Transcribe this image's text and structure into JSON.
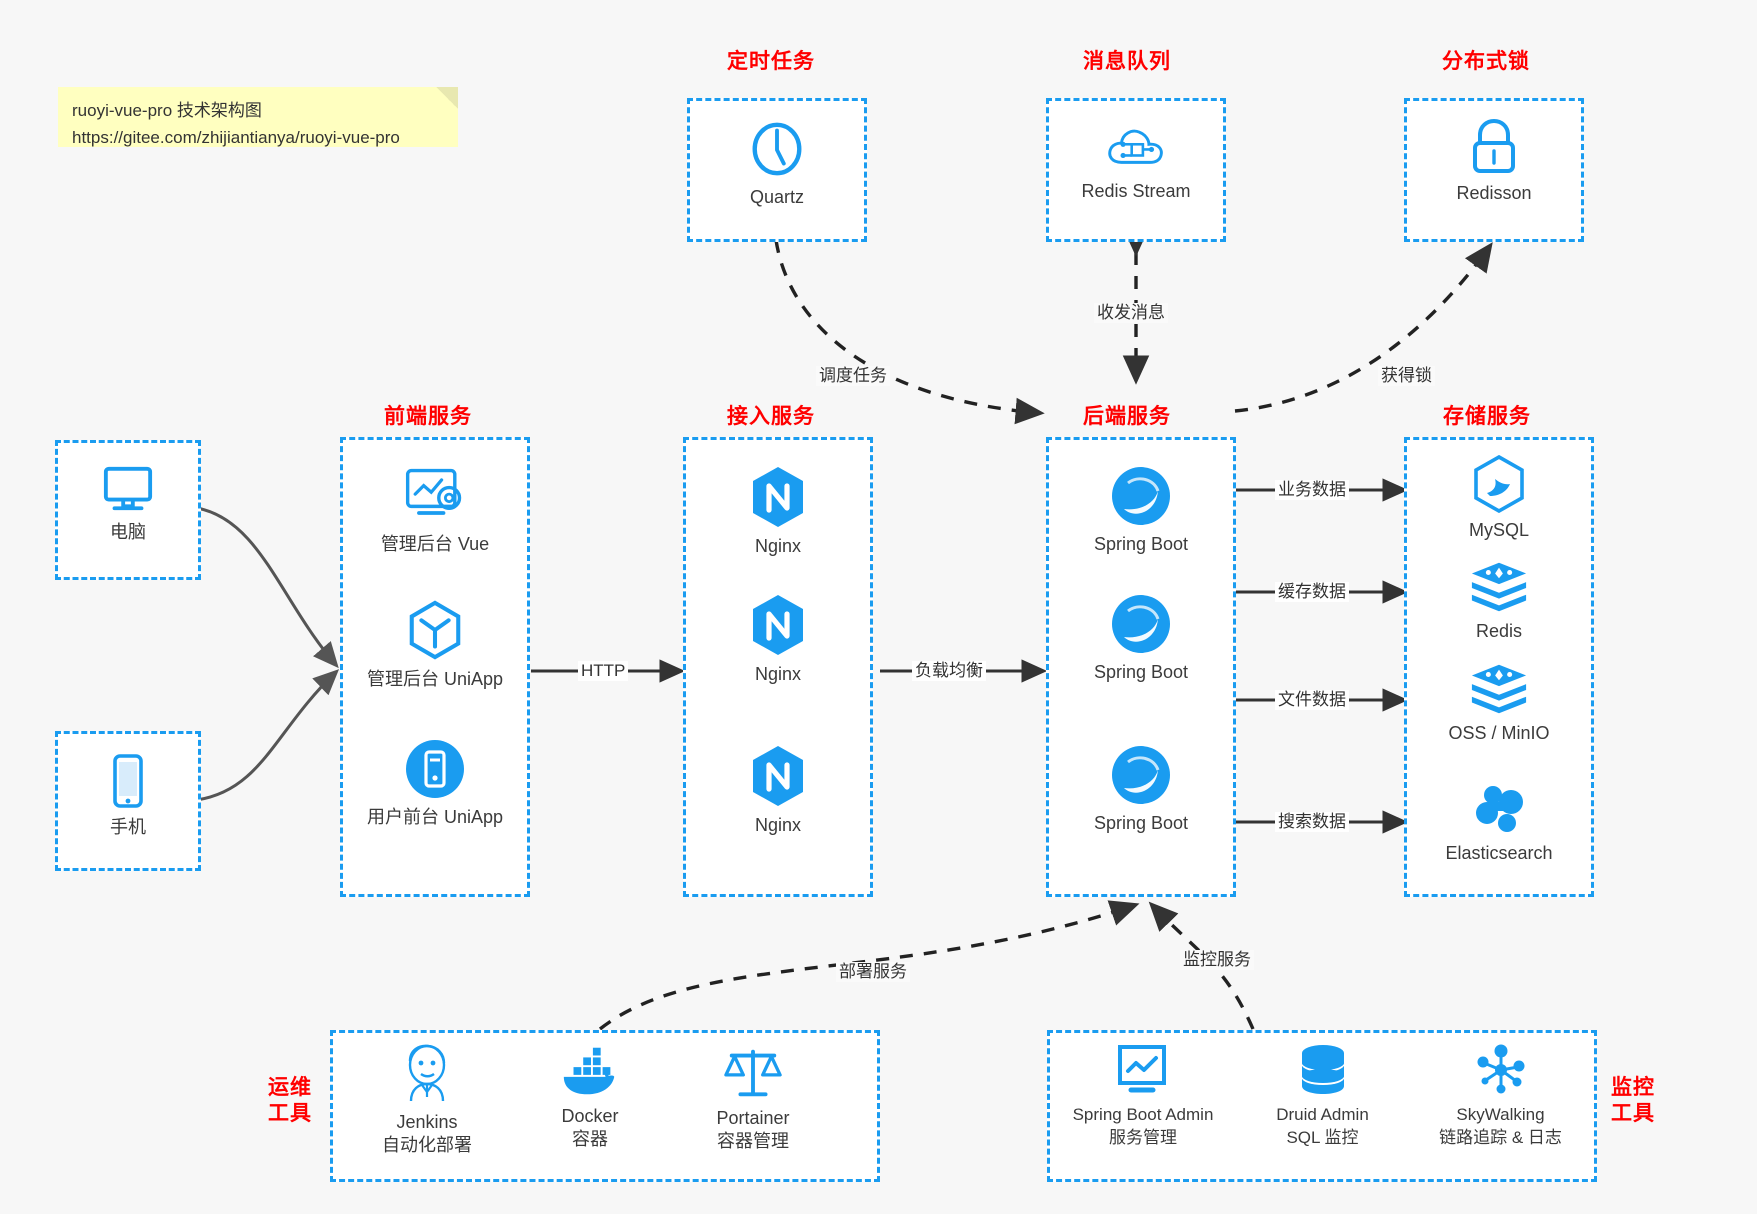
{
  "note": {
    "line1": "ruoyi-vue-pro 技术架构图",
    "line2": "https://gitee.com/zhijiantianya/ruoyi-vue-pro"
  },
  "colors": {
    "accent": "#1a9cf0",
    "group_title": "#ff0000",
    "edge": "#333333",
    "note_bg": "#ffffc0",
    "canvas_bg": "#f7f7f7"
  },
  "groups": {
    "scheduled_task": "定时任务",
    "message_queue": "消息队列",
    "distributed_lock": "分布式锁",
    "frontend_service": "前端服务",
    "access_service": "接入服务",
    "backend_service": "后端服务",
    "storage_service": "存储服务",
    "ops_tools_l1": "运维",
    "ops_tools_l2": "工具",
    "monitor_tools_l1": "监控",
    "monitor_tools_l2": "工具"
  },
  "clients": [
    {
      "icon": "desktop-computer-icon",
      "label": "电脑"
    },
    {
      "icon": "mobile-phone-icon",
      "label": "手机"
    }
  ],
  "scheduled_task": [
    {
      "icon": "clock-icon",
      "label": "Quartz"
    }
  ],
  "message_queue": [
    {
      "icon": "cloud-stream-icon",
      "label": "Redis Stream"
    }
  ],
  "distributed_lock": [
    {
      "icon": "padlock-icon",
      "label": "Redisson"
    }
  ],
  "frontend": [
    {
      "icon": "dashboard-gear-icon",
      "label": "管理后台 Vue"
    },
    {
      "icon": "uniapp-cube-icon",
      "label": "管理后台 UniApp"
    },
    {
      "icon": "mobile-app-icon",
      "label": "用户前台 UniApp"
    }
  ],
  "access": [
    {
      "icon": "nginx-icon",
      "label": "Nginx"
    },
    {
      "icon": "nginx-icon",
      "label": "Nginx"
    },
    {
      "icon": "nginx-icon",
      "label": "Nginx"
    }
  ],
  "backend": [
    {
      "icon": "spring-boot-icon",
      "label": "Spring Boot"
    },
    {
      "icon": "spring-boot-icon",
      "label": "Spring Boot"
    },
    {
      "icon": "spring-boot-icon",
      "label": "Spring Boot"
    }
  ],
  "storage": [
    {
      "icon": "mysql-icon",
      "label": "MySQL"
    },
    {
      "icon": "redis-icon",
      "label": "Redis"
    },
    {
      "icon": "oss-minio-icon",
      "label": "OSS / MinIO"
    },
    {
      "icon": "elasticsearch-icon",
      "label": "Elasticsearch"
    }
  ],
  "ops_tools": [
    {
      "icon": "jenkins-icon",
      "name": "Jenkins",
      "desc": "自动化部署"
    },
    {
      "icon": "docker-icon",
      "name": "Docker",
      "desc": "容器"
    },
    {
      "icon": "portainer-scales-icon",
      "name": "Portainer",
      "desc": "容器管理"
    }
  ],
  "monitor_tools": [
    {
      "icon": "spring-boot-admin-icon",
      "name": "Spring Boot Admin",
      "desc": "服务管理"
    },
    {
      "icon": "druid-database-icon",
      "name": "Druid Admin",
      "desc": "SQL 监控"
    },
    {
      "icon": "skywalking-icon",
      "name": "SkyWalking",
      "desc": "链路追踪 & 日志"
    }
  ],
  "edges": {
    "http": "HTTP",
    "load_balance": "负载均衡",
    "schedule_task": "调度任务",
    "send_receive_message": "收发消息",
    "acquire_lock": "获得锁",
    "business_data": "业务数据",
    "cache_data": "缓存数据",
    "file_data": "文件数据",
    "search_data": "搜索数据",
    "deploy_service": "部署服务",
    "monitor_service": "监控服务"
  }
}
